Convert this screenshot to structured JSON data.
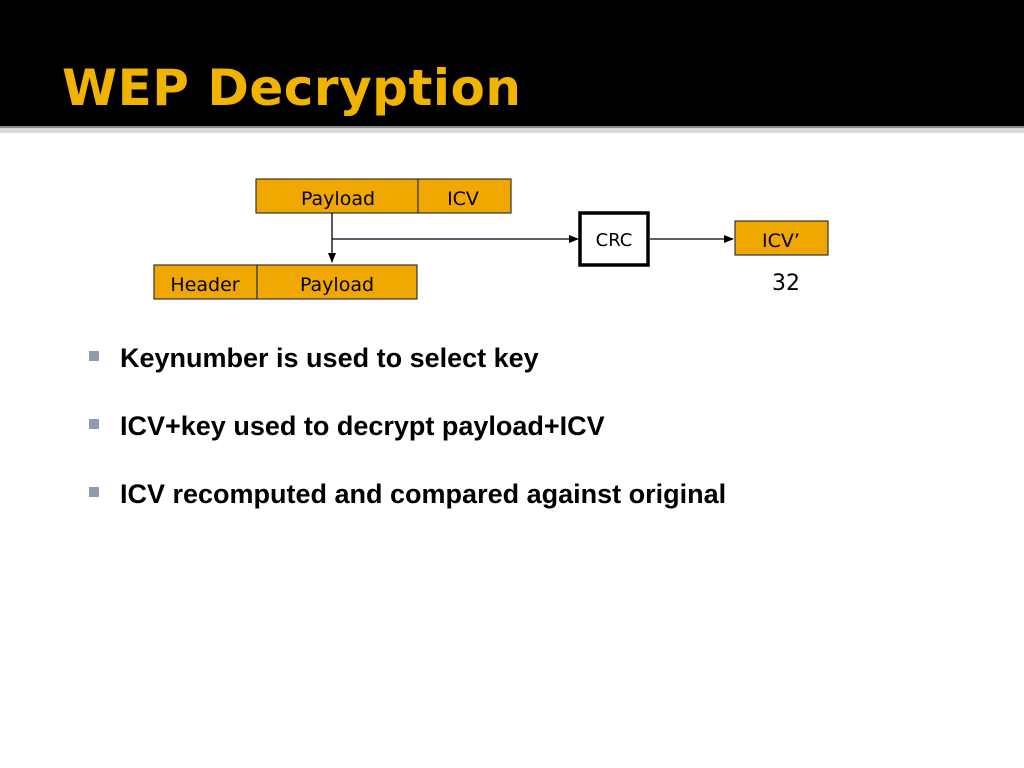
{
  "slide": {
    "title": "WEP Decryption"
  },
  "diagram": {
    "top_row": {
      "payload": "Payload",
      "icv": "ICV"
    },
    "crc": "CRC",
    "output_icv": "ICV’",
    "bit_size": "32",
    "bottom_row": {
      "header": "Header",
      "payload": "Payload"
    },
    "colors": {
      "field_fill": "#F0A800",
      "field_border": "#333333",
      "crc_border": "#000000",
      "arrow": "#000000"
    }
  },
  "bullets": [
    "Keynumber is used to select key",
    "ICV+key used to decrypt payload+ICV",
    "ICV recomputed and compared against original"
  ],
  "colors": {
    "title_bar": "#000000",
    "title_text": "#F0B400",
    "bullet_marker": "#8F9BB0"
  }
}
